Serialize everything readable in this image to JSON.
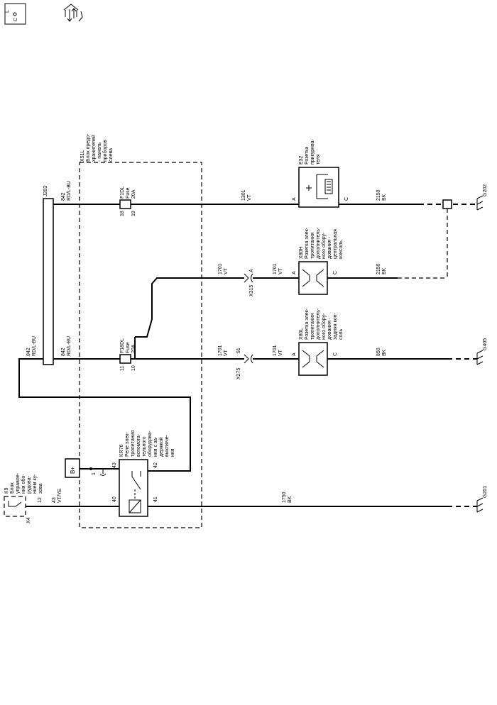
{
  "header_icons": [
    "location-o-c-icon",
    "power-ground-service-icon"
  ],
  "components": {
    "x51l": {
      "id": "X51L",
      "lines": [
        "Блок предо-",
        "хранителей",
        "- панель",
        "приборов",
        "слева"
      ]
    },
    "e32": {
      "id": "E32",
      "lines": [
        "Розетка",
        "прикурива-",
        "теля"
      ]
    },
    "x80h": {
      "id": "X80H",
      "lines": [
        "Розетка элек-",
        "тропитания",
        "дополнитель-",
        "ного обору-",
        "дования -",
        "центральная",
        "консоль"
      ]
    },
    "x80l": {
      "id": "X80L",
      "lines": [
        "Розетка элек-",
        "тропитания",
        "дополнитель-",
        "ного обору-",
        "дования -",
        "задняя кон-",
        "соль"
      ]
    },
    "kr76": {
      "id": "KR76",
      "lines": [
        "Реле элек-",
        "тропитания",
        "вспомога-",
        "тельного",
        "оборудова-",
        "ния с за-",
        "держкой",
        "выключе-",
        "ния"
      ]
    },
    "k9": {
      "id": "K9",
      "lines": [
        "Блок",
        "управле-",
        "ния обо-",
        "рудова-",
        "нием ку-",
        "зова"
      ]
    },
    "fuses": {
      "f1dl": {
        "id": "F1DL",
        "type": "Fuse",
        "rating": "20A",
        "pin_in": "18",
        "pin_out": "19"
      },
      "f18dl": {
        "id": "F18DL",
        "type": "Fuse",
        "rating": "20A",
        "pin_in": "11",
        "pin_out": "10"
      }
    },
    "splice": "J203",
    "battery": "B+"
  },
  "connectors": {
    "x315": {
      "id": "X315",
      "pin": "A"
    },
    "x275": {
      "id": "X275",
      "pin": "91"
    },
    "x4": {
      "id": "X4",
      "pin": "12"
    }
  },
  "pins": {
    "e32_a": "A",
    "e32_c": "C",
    "x80h_a": "A",
    "x80h_c": "C",
    "x80l_a": "A",
    "x80l_c": "C",
    "kr76_43": "43",
    "kr76_42": "42",
    "kr76_40": "40",
    "kr76_41": "41",
    "kr76_1": "1"
  },
  "wires": {
    "w842_top": {
      "circuit": "842",
      "color": "RD/L-BU"
    },
    "w842_mid": {
      "circuit": "842",
      "color": "RD/L-BU"
    },
    "w842_left": {
      "circuit": "842",
      "color": "RD/L-BU"
    },
    "w1301": {
      "circuit": "1301",
      "color": "VT"
    },
    "w1701_x315": {
      "circuit": "1701",
      "color": "VT"
    },
    "w1701_x80h": {
      "circuit": "1701",
      "color": "VT"
    },
    "w1701_x275": {
      "circuit": "1701",
      "color": "VT"
    },
    "w1701_x80l": {
      "circuit": "1701",
      "color": "VT"
    },
    "w2150_e32": {
      "circuit": "2150",
      "color": "BK"
    },
    "w2150_x80h": {
      "circuit": "2150",
      "color": "BK"
    },
    "w850": {
      "circuit": "850",
      "color": "BK"
    },
    "w1750": {
      "circuit": "1750",
      "color": "BK"
    },
    "w43": {
      "circuit": "43",
      "color": "VT/YE"
    }
  },
  "grounds": {
    "g202": "G202",
    "g405": "G405",
    "g201": "G201"
  }
}
